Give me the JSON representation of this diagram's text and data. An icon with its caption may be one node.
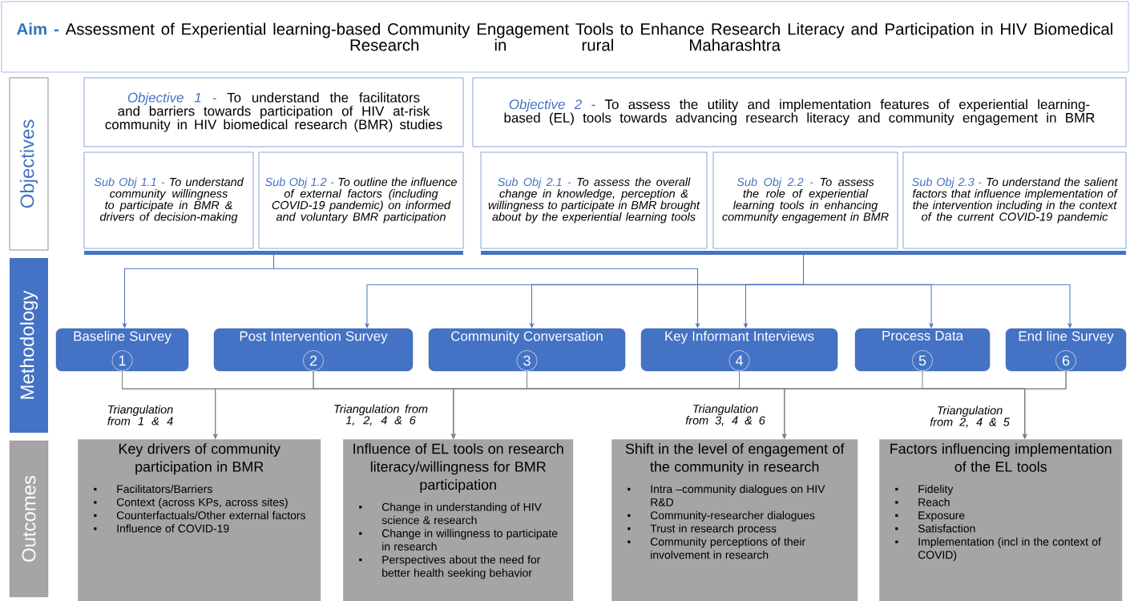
{
  "diagram": {
    "nodes": [
      {
        "text": [
          "Aim -",
          "Assessment of Experiential learning-based Community Engagement Tools to Enhance Research Literacy and Participation in HIV Biomedical Research in rural Maharashtra"
        ]
      },
      {
        "text": [
          "Objectives"
        ]
      },
      {
        "text": [
          "Objective 1 -",
          "To understand the facilitators and barriers towards participation of HIV at-risk community in HIV biomedical research (BMR) studies"
        ]
      },
      {
        "text": [
          "Sub Obj 1.1 -",
          "To understand community willingness to participate in BMR & drivers of decision-making"
        ]
      },
      {
        "text": [
          "Sub Obj 1.2 -",
          "To outline the influence of external factors (including COVID-19 pandemic) on informed and voluntary BMR participation"
        ]
      },
      {
        "text": [
          "Objective 2 -",
          "To assess the utility and implementation features of experiential learning-based (EL) tools towards advancing research literacy and community engagement in BMR"
        ]
      },
      {
        "text": [
          "Sub Obj 2.1 -",
          "To assess the overall change in knowledge, perception & willingness to participate in BMR brought about by the experiential learning tools"
        ]
      },
      {
        "text": [
          "Sub Obj 2.2 -",
          "To assess the role of experiential learning tools in enhancing community engagement in BMR"
        ]
      },
      {
        "text": [
          "Sub Obj 2.3 -",
          "To understand the salient factors that influence implementation of the intervention including in the context of the current COVID-19 pandemic"
        ]
      },
      {
        "text": [],
        "shape": "bar"
      },
      {
        "text": [],
        "shape": "bar"
      },
      {
        "text": [
          "Methodology"
        ]
      },
      {
        "text": [
          "Baseline Survey",
          "1"
        ]
      },
      {
        "text": [
          "Post Intervention Survey",
          "2"
        ]
      },
      {
        "text": [
          "Community Conversation",
          "3"
        ]
      },
      {
        "text": [
          "Key Informant Interviews",
          "4"
        ]
      },
      {
        "text": [
          "Process Data",
          "5"
        ]
      },
      {
        "text": [
          "End line Survey",
          "6"
        ]
      },
      {
        "text": [
          "Outcomes"
        ]
      },
      {
        "text": [
          "Key drivers of community participation in BMR",
          "Facilitators/Barriers",
          "Context (across KPs, across sites)",
          "Counterfactuals/Other external factors",
          "Influence of COVID-19"
        ],
        "beside": [
          "Triangulation from 1 & 4"
        ]
      },
      {
        "text": [
          "Influence of EL tools on research literacy/willingness for BMR participation",
          "Change in understanding of HIV science & research",
          "Change in willingness to participate in research",
          "Perspectives about the need for better health seeking behavior"
        ],
        "beside": [
          "Triangulation from 1, 2, 4 & 6"
        ]
      },
      {
        "text": [
          "Shift in the level of engagement of the community in research",
          "Intra –community dialogues on HIV R&D",
          "Community-researcher dialogues",
          "Trust in research process",
          "Community perceptions of their involvement in research"
        ],
        "beside": [
          "Triangulation from 3, 4 & 6"
        ]
      },
      {
        "text": [
          "Factors influencing implementation of the EL tools",
          "Fidelity",
          "Reach",
          "Exposure",
          "Satisfaction",
          "Implementation (incl in the context of COVID)"
        ],
        "beside": [
          "Triangulation from 2, 4 & 5"
        ]
      }
    ],
    "edges": [
      {
        "from": 9,
        "to": 12,
        "arrow": "to",
        "color": "#4472c4"
      },
      {
        "from": 9,
        "to": 15,
        "arrow": "to",
        "color": "#4472c4"
      },
      {
        "from": 10,
        "to": 13,
        "arrow": "to",
        "color": "#4472c4"
      },
      {
        "from": 10,
        "to": 14,
        "arrow": "to",
        "color": "#4472c4"
      },
      {
        "from": 10,
        "to": 15,
        "arrow": "to",
        "color": "#4472c4"
      },
      {
        "from": 10,
        "to": 16,
        "arrow": "to",
        "color": "#4472c4"
      },
      {
        "from": 10,
        "to": 17,
        "arrow": "to",
        "color": "#4472c4"
      },
      {
        "from": 12,
        "to": 19,
        "arrow": "to"
      },
      {
        "from": 15,
        "to": 19,
        "arrow": "to"
      },
      {
        "from": 12,
        "to": 20,
        "arrow": "to"
      },
      {
        "from": 13,
        "to": 20,
        "arrow": "to"
      },
      {
        "from": 15,
        "to": 20,
        "arrow": "to"
      },
      {
        "from": 17,
        "to": 20,
        "arrow": "to"
      },
      {
        "from": 14,
        "to": 21,
        "arrow": "to"
      },
      {
        "from": 15,
        "to": 21,
        "arrow": "to"
      },
      {
        "from": 17,
        "to": 21,
        "arrow": "to"
      },
      {
        "from": 13,
        "to": 22,
        "arrow": "to"
      },
      {
        "from": 15,
        "to": 22,
        "arrow": "to"
      },
      {
        "from": 16,
        "to": 22,
        "arrow": "to"
      }
    ]
  }
}
